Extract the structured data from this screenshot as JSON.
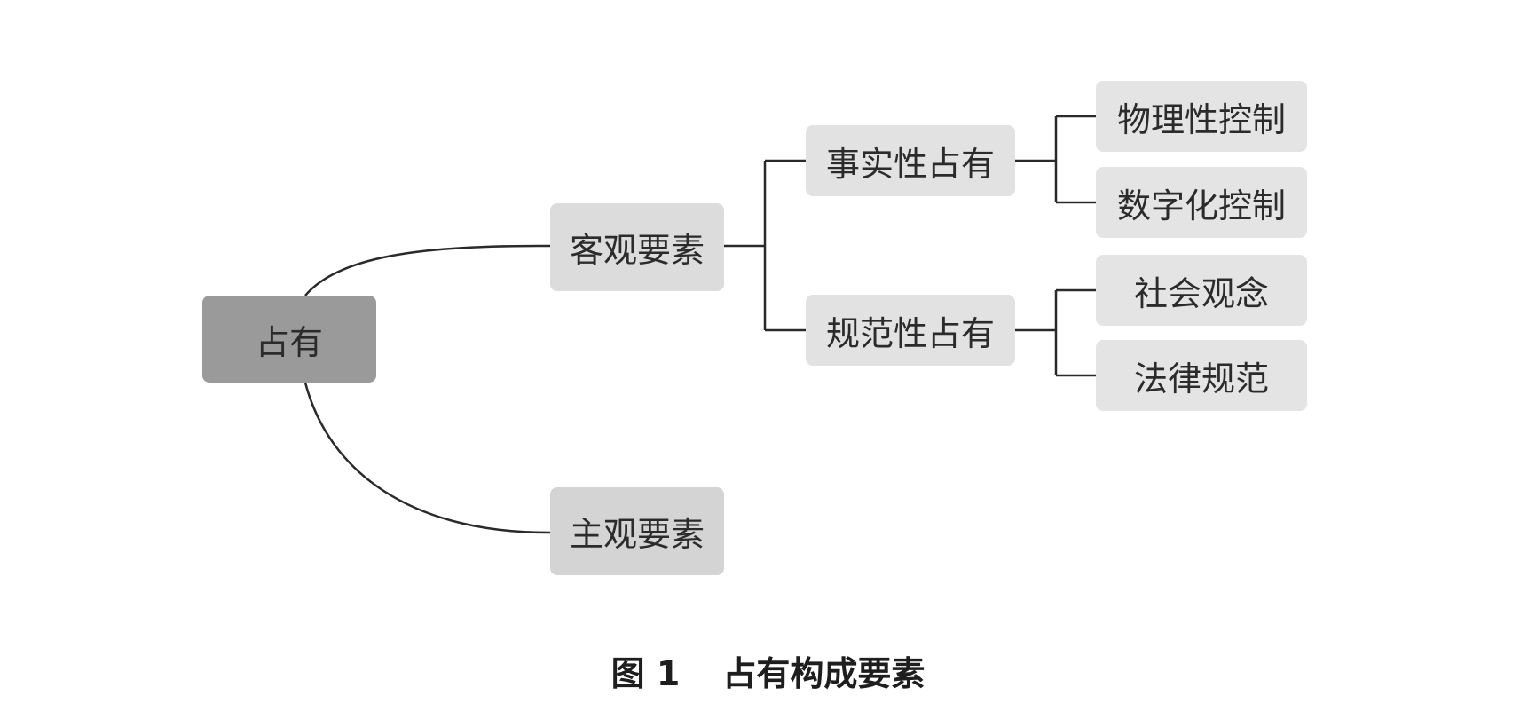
{
  "diagram": {
    "root": "占有",
    "objective": "客观要素",
    "subjective": "主观要素",
    "factual": "事实性占有",
    "normative": "规范性占有",
    "physical_control": "物理性控制",
    "digital_control": "数字化控制",
    "social_concept": "社会观念",
    "legal_norm": "法律规范"
  },
  "caption": {
    "label": "图 1",
    "title": "占有构成要素"
  }
}
